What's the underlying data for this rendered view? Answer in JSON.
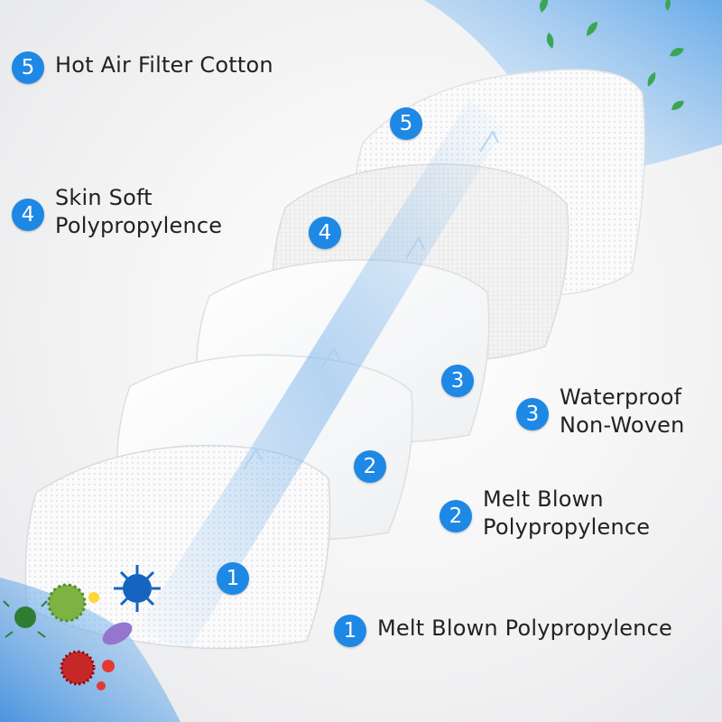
{
  "layers": [
    {
      "number": "5",
      "lines": [
        "Hot Air Filter Cotton"
      ]
    },
    {
      "number": "4",
      "lines": [
        "Skin Soft",
        "Polypropylence"
      ]
    },
    {
      "number": "3",
      "lines": [
        "Waterproof",
        "Non-Woven"
      ]
    },
    {
      "number": "2",
      "lines": [
        "Melt Blown",
        "Polypropylence"
      ]
    },
    {
      "number": "1",
      "lines": [
        "Melt Blown Polypropylence"
      ]
    }
  ],
  "colors": {
    "badge": "#1e88e5",
    "airflow": "#5aa3e8",
    "leaf": "#3aa655",
    "germs": [
      "#2e7d32",
      "#8bc34a",
      "#1565c0",
      "#c62828",
      "#7b1fa2"
    ]
  }
}
